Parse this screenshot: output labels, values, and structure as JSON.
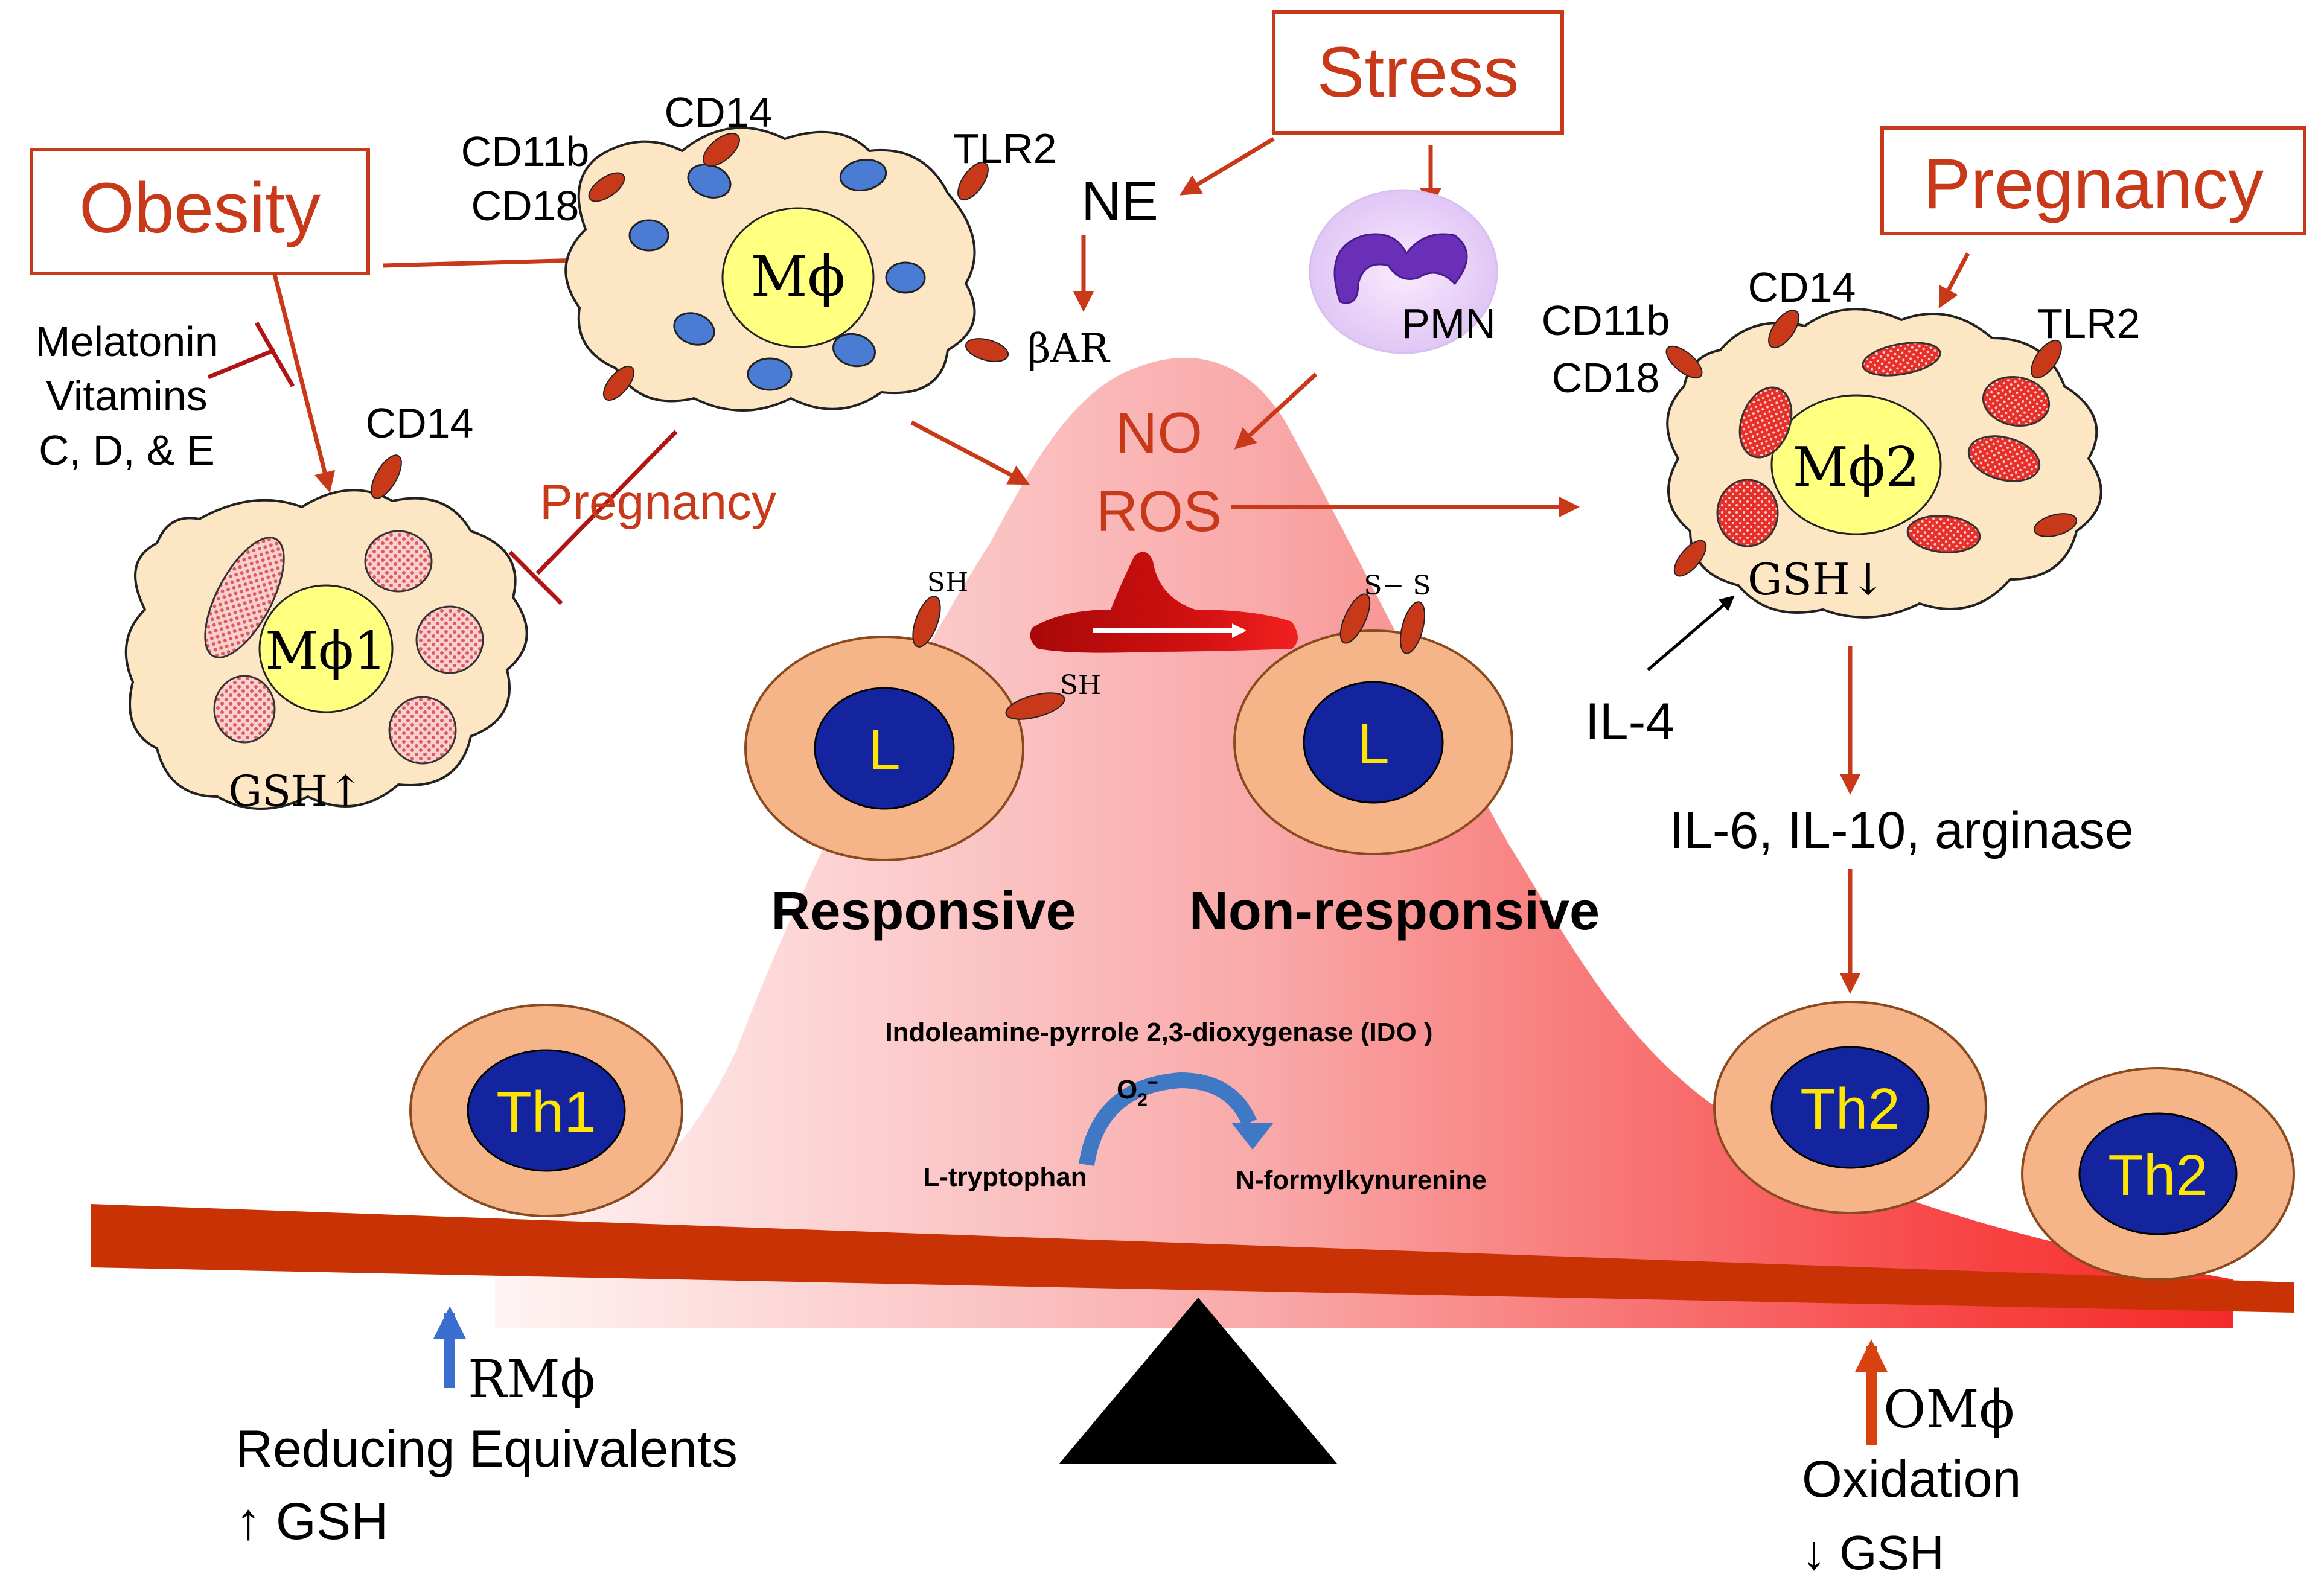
{
  "colors": {
    "accent_red": "#c8391a",
    "inhibit_red": "#b01515",
    "receptor": "#c8391a",
    "cell_fill": "#fde6c4",
    "nucleus_yellow": "#ffff80",
    "vesicle_blue": "#4a7cd4",
    "vesicle_red": "#e8302a",
    "lymph_outer": "#f6b489",
    "lymph_nucleus": "#13249e",
    "lymph_label": "#ffe600",
    "beam": "#c93205",
    "fulcrum": "#000000",
    "up_blue": "#3a6fd0",
    "up_orange": "#d8420f",
    "ido_arrow": "#3f78c4",
    "pmn_purple": "#6a2fb8"
  },
  "stimuli": {
    "obesity": "Obesity",
    "stress": "Stress",
    "pregnancy": "Pregnancy",
    "pregnancy_inhibit": "Pregnancy"
  },
  "inhibitors": {
    "line1": "Melatonin",
    "line2": "Vitamins",
    "line3": "C, D, & E"
  },
  "center_macrophage": {
    "label": "Mϕ",
    "cd14": "CD14",
    "cd11b": "CD11b",
    "cd18": "CD18",
    "tlr2": "TLR2",
    "bar": "βAR"
  },
  "m1_macrophage": {
    "label": "Mϕ1",
    "cd14": "CD14",
    "gsh": "GSH↑"
  },
  "m2_macrophage": {
    "label": "Mϕ2",
    "cd14": "CD14",
    "cd11b": "CD11b",
    "cd18": "CD18",
    "tlr2": "TLR2",
    "gsh": "GSH↓"
  },
  "signals": {
    "ne": "NE",
    "pmn": "PMN",
    "no": "NO",
    "ros": "ROS",
    "il4": "IL-4",
    "cytokines": "IL-6, IL-10, arginase"
  },
  "lymphocytes": {
    "l_label": "L",
    "sh1": "SH",
    "sh2": "SH",
    "ss": "S− S",
    "responsive": "Responsive",
    "non_responsive": "Non-responsive"
  },
  "ido": {
    "title": "Indoleamine-pyrrole 2,3-dioxygenase (IDO )",
    "o2": "O",
    "o2_sub": "2",
    "o2_sup": "−",
    "substrate": "L-tryptophan",
    "product": "N-formylkynurenine"
  },
  "th_cells": {
    "th1": "Th1",
    "th2": "Th2"
  },
  "bottom_left": {
    "rm": "RMϕ",
    "line1": "Reducing Equivalents",
    "line2": "↑ GSH"
  },
  "bottom_right": {
    "om": "OMϕ",
    "line1": "Oxidation",
    "line2": "↓ GSH"
  }
}
